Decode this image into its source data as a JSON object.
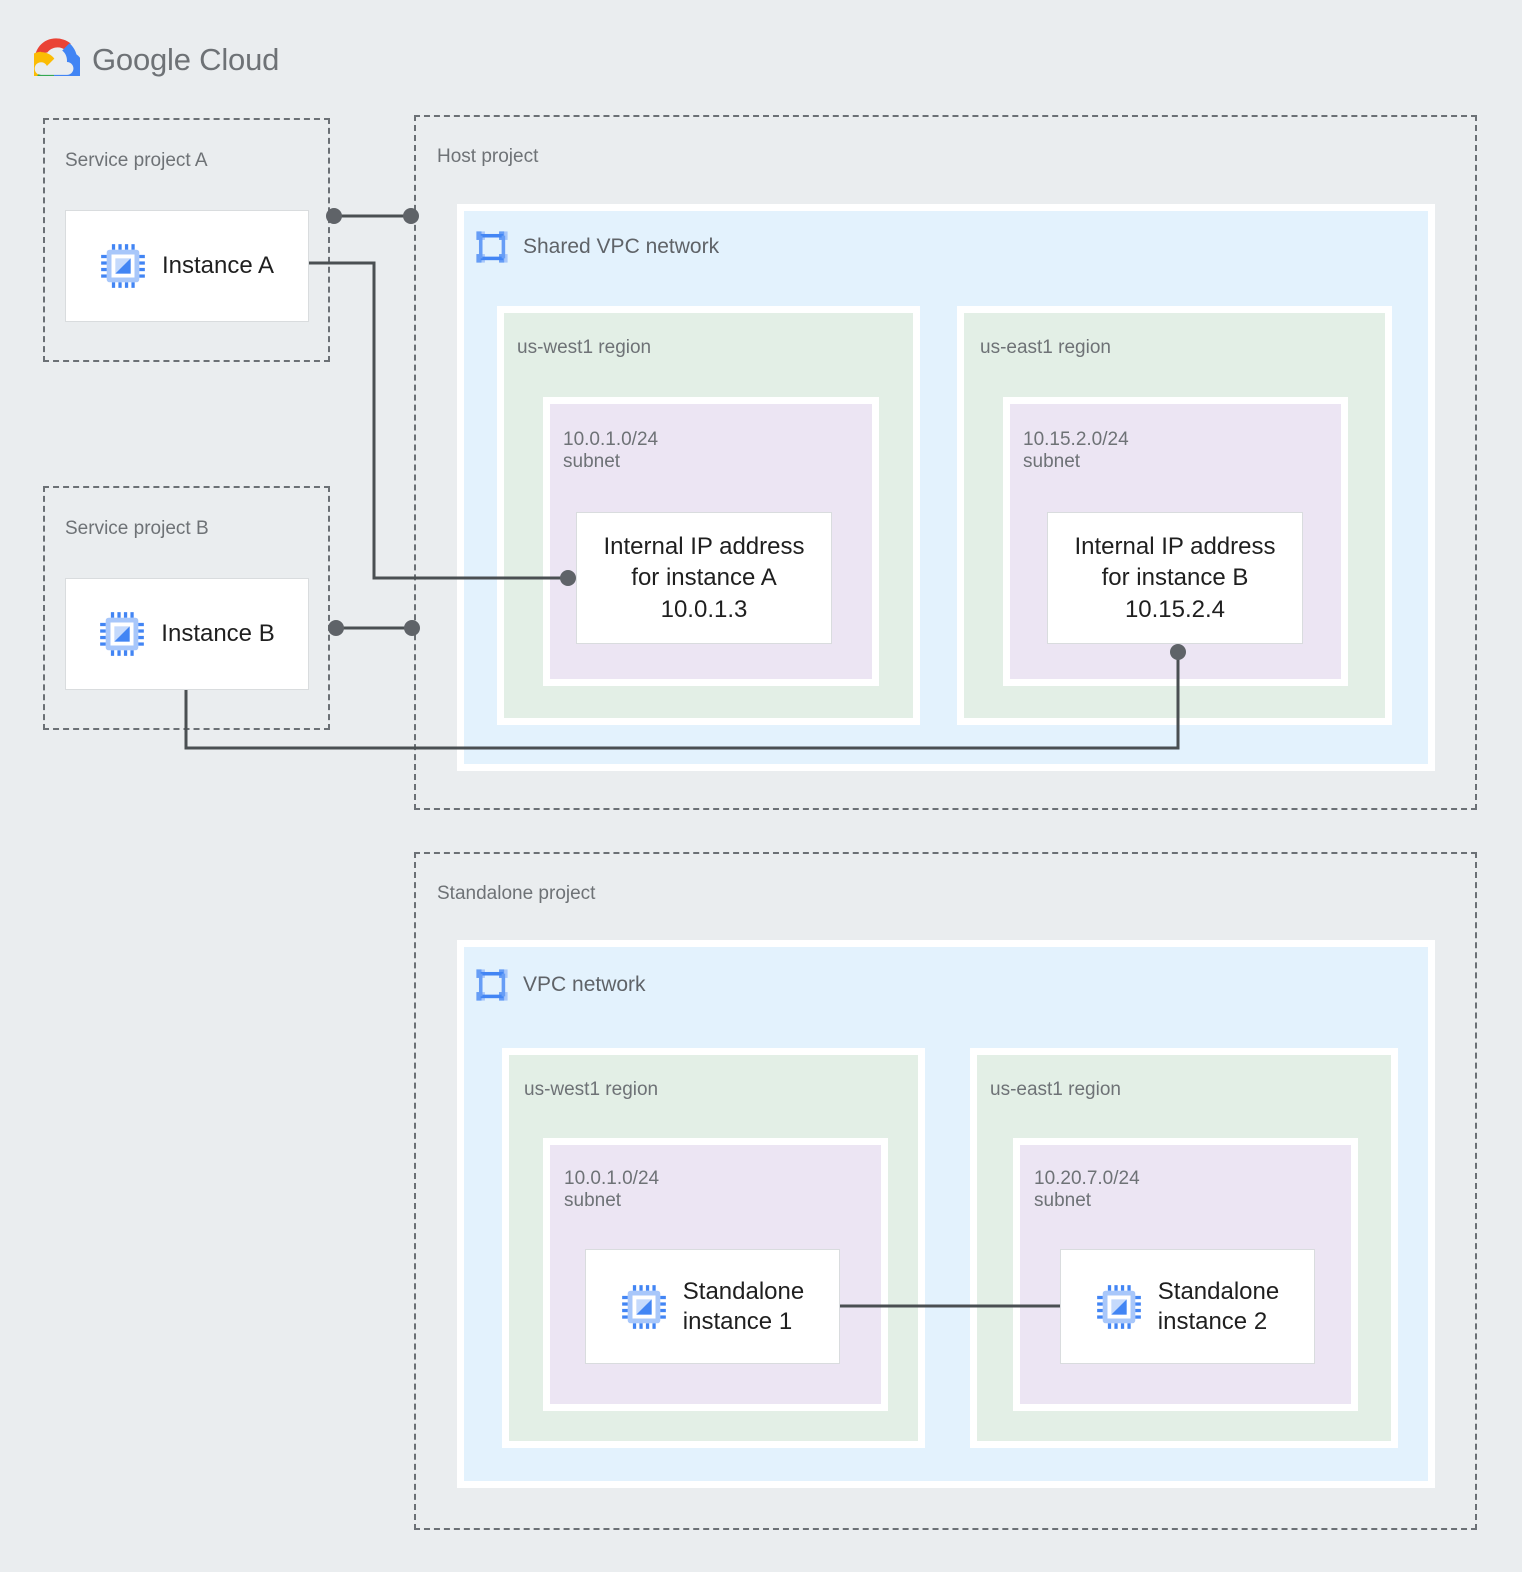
{
  "brand": {
    "logo_icon": "google-cloud-logo-icon",
    "name_bold": "Google",
    "name_light": " Cloud",
    "colors": {
      "red": "#EA4335",
      "blue": "#4285F4",
      "yellow": "#FBBC04",
      "green": "#34A853",
      "text": "#6e7276"
    }
  },
  "palette": {
    "background": "#eaedef",
    "vpc_fill": "#e3f2fd",
    "region_fill": "#e3efe6",
    "subnet_fill": "#ece5f3",
    "card_fill": "#ffffff",
    "dashed_border": "#6b7075",
    "wire": "#4a4f52",
    "label_text": "#6e7276",
    "body_text": "#1f1f1f",
    "icon_blue": "#4285f4",
    "icon_blue_light": "#a8c7fa"
  },
  "service_project_a": {
    "label": "Service project A",
    "instance": {
      "icon": "vm-instance-icon",
      "label": "Instance A"
    }
  },
  "service_project_b": {
    "label": "Service project B",
    "instance": {
      "icon": "vm-instance-icon",
      "label": "Instance B"
    }
  },
  "host_project": {
    "label": "Host project",
    "vpc": {
      "icon": "vpc-network-icon",
      "title": "Shared VPC network",
      "regions": [
        {
          "label": "us-west1 region",
          "subnet": {
            "label": "10.0.1.0/24\nsubnet",
            "cidr": "10.0.1.0/24",
            "node": {
              "label": "Internal IP address\nfor instance A\n10.0.1.3",
              "ip": "10.0.1.3"
            }
          }
        },
        {
          "label": "us-east1 region",
          "subnet": {
            "label": "10.15.2.0/24\nsubnet",
            "cidr": "10.15.2.0/24",
            "node": {
              "label": "Internal IP address\nfor instance B\n10.15.2.4",
              "ip": "10.15.2.4"
            }
          }
        }
      ]
    }
  },
  "standalone_project": {
    "label": "Standalone project",
    "vpc": {
      "icon": "vpc-network-icon",
      "title": "VPC network",
      "regions": [
        {
          "label": "us-west1 region",
          "subnet": {
            "label": "10.0.1.0/24\nsubnet",
            "cidr": "10.0.1.0/24",
            "node": {
              "icon": "vm-instance-icon",
              "label": "Standalone\ninstance 1"
            }
          }
        },
        {
          "label": "us-east1 region",
          "subnet": {
            "label": "10.20.7.0/24\nsubnet",
            "cidr": "10.20.7.0/24",
            "node": {
              "icon": "vm-instance-icon",
              "label": "Standalone\ninstance 2"
            }
          }
        }
      ]
    }
  }
}
